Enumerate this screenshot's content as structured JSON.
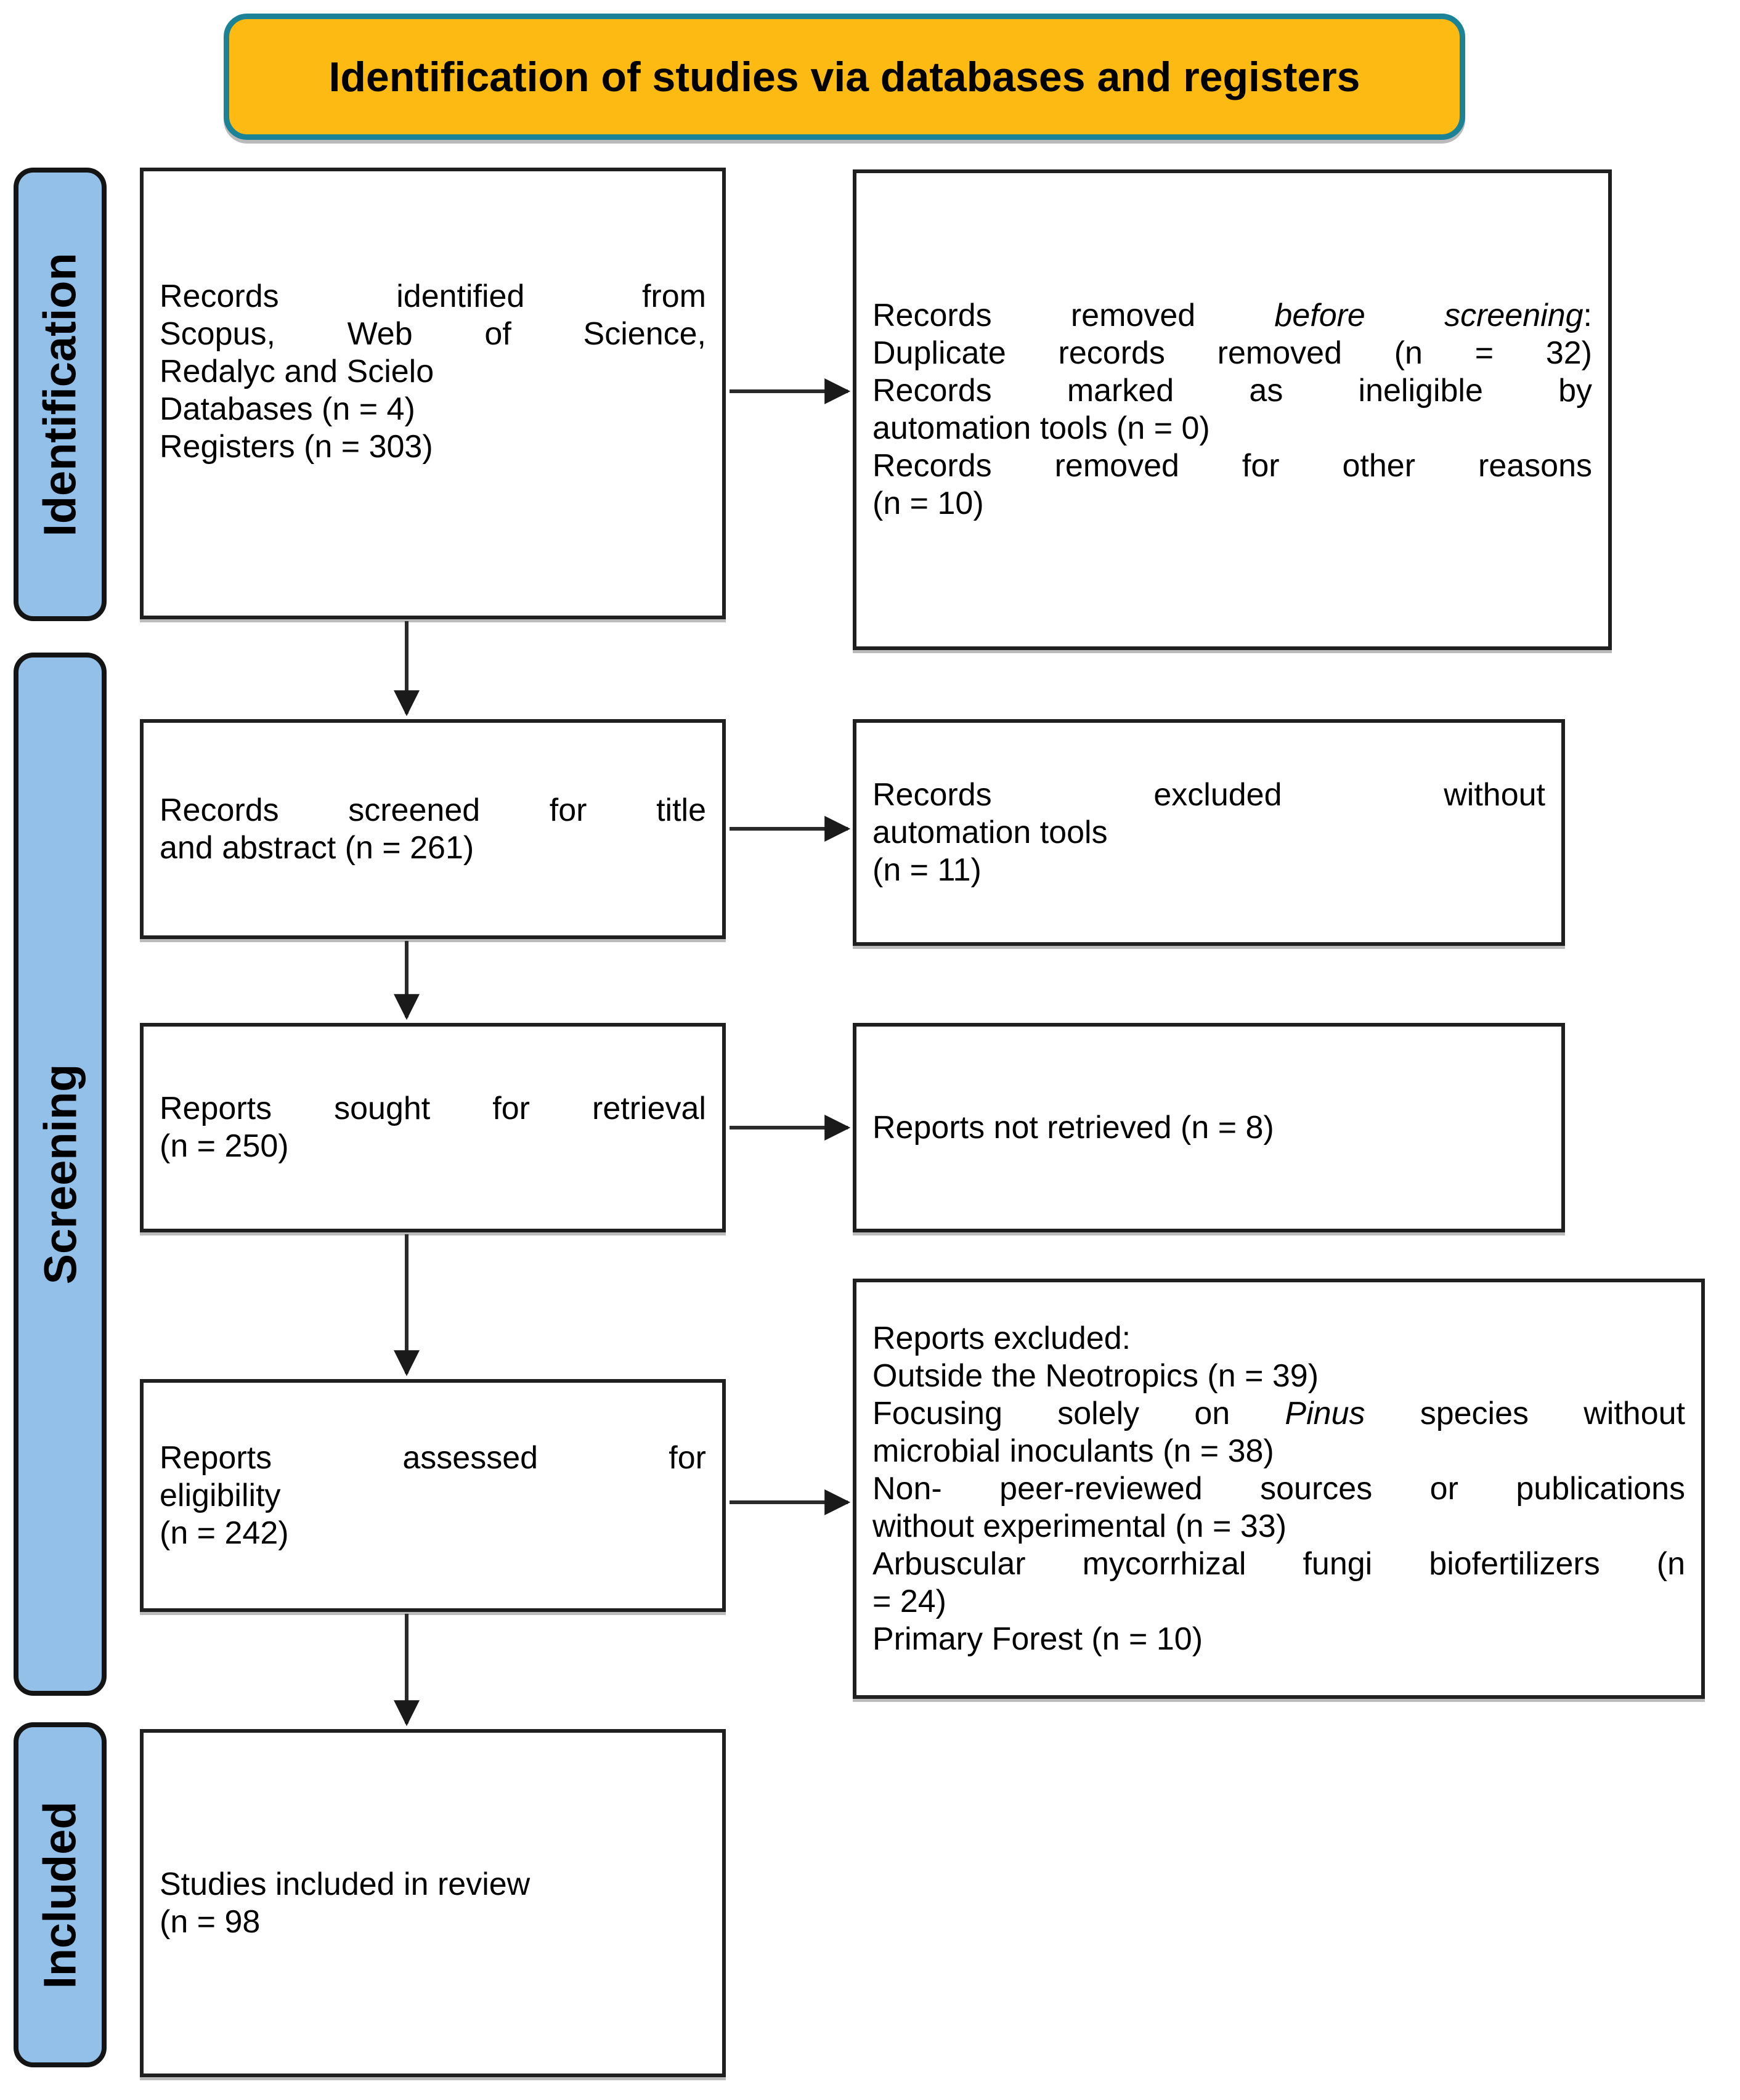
{
  "title": "Identification of studies via databases and registers",
  "colors": {
    "banner_fill": "#FCBA12",
    "banner_border": "#1C8396",
    "stage_fill": "#92C0E8",
    "box_border": "#1F1F1F",
    "arrow": "#2A2A2A",
    "text": "#000000"
  },
  "stages": {
    "identification": "Identification",
    "screening": "Screening",
    "included": "Included"
  },
  "boxes": {
    "identified": {
      "line1": "Records identified from",
      "line2": "Scopus, Web of Science,",
      "line3": "Redalyc and Scielo",
      "line4": "Databases (n = 4)",
      "line5": "Registers (n = 303)"
    },
    "removed": {
      "line1_pre": "Records removed ",
      "line1_italic": "before screening",
      "line1_post": ":",
      "line2": "Duplicate records removed (n = 32)",
      "line3": "Records marked as ineligible by",
      "line4": "automation tools (n = 0)",
      "line5": "Records removed for other reasons",
      "line6": "(n = 10)"
    },
    "screened": {
      "line1": "Records screened for title",
      "line2": "and abstract (n = 261)"
    },
    "excluded_auto": {
      "line1": "Records excluded without",
      "line2": "automation tools",
      "line3": "(n = 11)"
    },
    "sought": {
      "line1": "Reports sought for retrieval",
      "line2": "(n = 250)"
    },
    "not_retrieved": {
      "line1": "Reports not retrieved (n = 8)"
    },
    "assessed": {
      "line1": "Reports assessed for",
      "line2": "eligibility",
      "line3": "(n = 242)"
    },
    "reports_excluded": {
      "line1": "Reports excluded:",
      "line2": "Outside the Neotropics (n = 39)",
      "line3_pre": "Focusing solely on ",
      "line3_italic": "Pinus",
      "line3_post": " species without",
      "line4": "microbial inoculants (n = 38)",
      "line5": "Non- peer-reviewed sources or publications",
      "line6": "without experimental (n = 33)",
      "line7": "Arbuscular mycorrhizal fungi biofertilizers (n",
      "line8": "= 24)",
      "line9": "Primary Forest (n = 10)"
    },
    "included_review": {
      "line1": "Studies included in review",
      "line2": "(n = 98"
    }
  }
}
